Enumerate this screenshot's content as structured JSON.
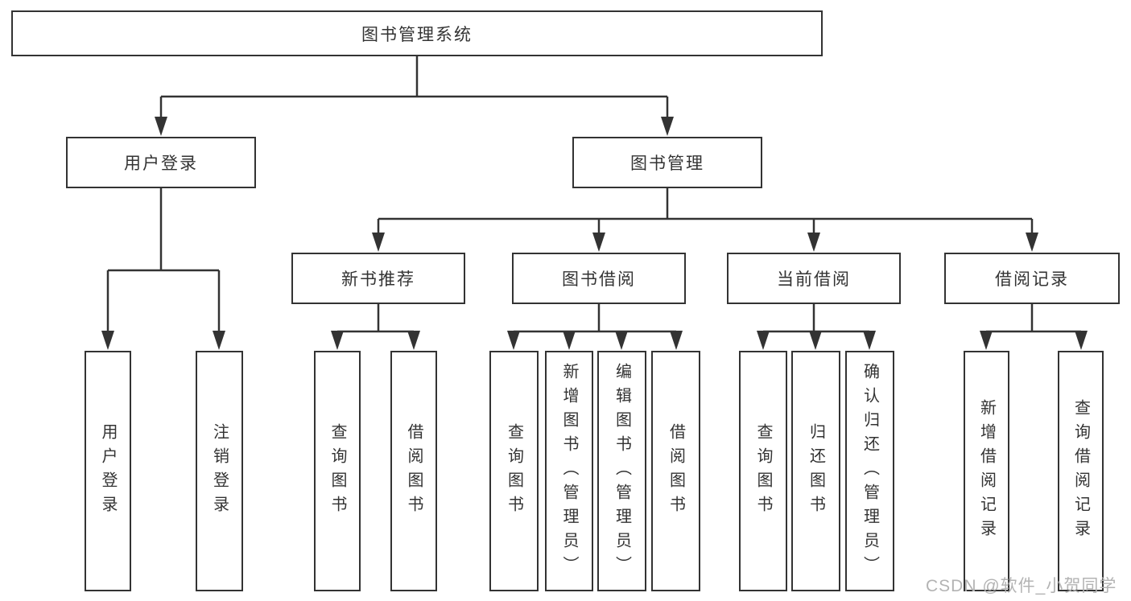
{
  "title": "图书管理系统",
  "watermark": "CSDN @软件_小贺同学",
  "colors": {
    "line": "#333333",
    "box_border": "#333333",
    "text": "#333333",
    "watermark_text": "#b3b3b3",
    "background": "#ffffff"
  },
  "tree": {
    "root": "图书管理系统",
    "branches": [
      {
        "label": "用户登录",
        "children": [
          "用户登录",
          "注销登录"
        ]
      },
      {
        "label": "图书管理",
        "groups": [
          {
            "label": "新书推荐",
            "children": [
              "查询图书",
              "借阅图书"
            ]
          },
          {
            "label": "图书借阅",
            "children": [
              "查询图书",
              "新增图书（管理员）",
              "编辑图书（管理员）",
              "借阅图书"
            ]
          },
          {
            "label": "当前借阅",
            "children": [
              "查询图书",
              "归还图书",
              "确认归还（管理员）"
            ]
          },
          {
            "label": "借阅记录",
            "children": [
              "新增借阅记录",
              "查询借阅记录"
            ]
          }
        ]
      }
    ]
  }
}
